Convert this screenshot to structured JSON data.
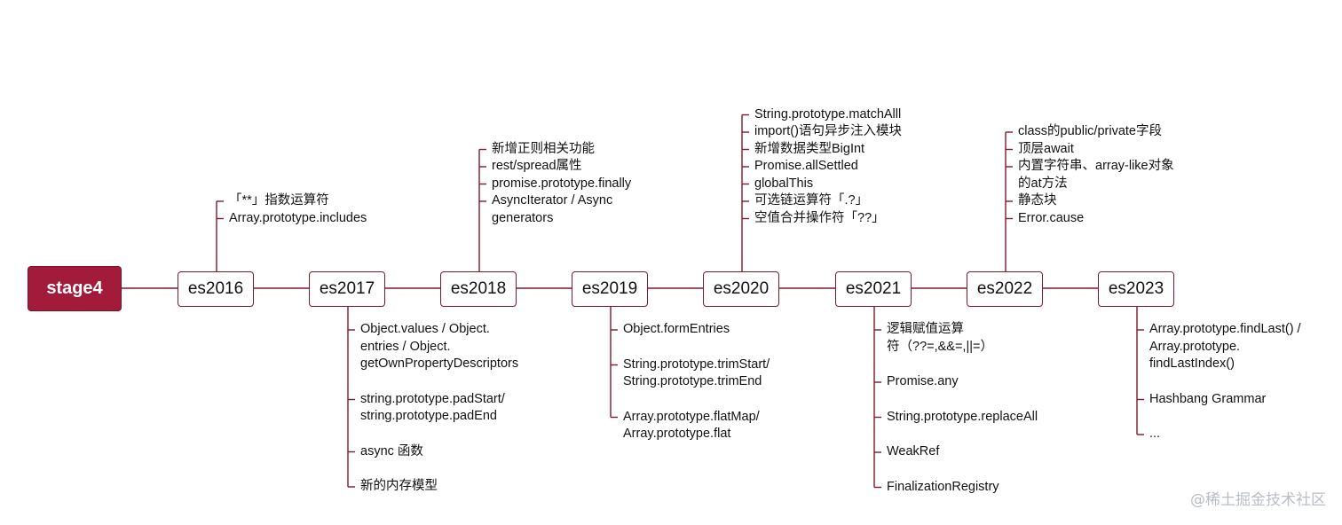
{
  "diagram": {
    "root": "stage4",
    "colors": {
      "root_fill": "#a31b3a",
      "line": "#7c1a2e",
      "text": "#111111"
    },
    "years": [
      {
        "label": "es2016",
        "above": [
          "「**」指数运算符",
          "Array.prototype.includes"
        ],
        "below": []
      },
      {
        "label": "es2017",
        "above": [],
        "below": [
          "Object.values / Object.\nentries / Object.\ngetOwnPropertyDescriptors",
          "string.prototype.padStart/\nstring.prototype.padEnd",
          "async 函数",
          "新的内存模型"
        ]
      },
      {
        "label": "es2018",
        "above": [
          "新增正则相关功能",
          "rest/spread属性",
          "promise.prototype.finally",
          "AsyncIterator / Async\ngenerators"
        ],
        "below": []
      },
      {
        "label": "es2019",
        "above": [],
        "below": [
          "Object.formEntries",
          "String.prototype.trimStart/\nString.prototype.trimEnd",
          "Array.prototype.flatMap/\nArray.prototype.flat"
        ]
      },
      {
        "label": "es2020",
        "above": [
          "String.prototype.matchAlll",
          "import()语句异步注入模块",
          "新增数据类型BigInt",
          "Promise.allSettled",
          "globalThis",
          "可选链运算符「.?」",
          "空值合并操作符「??」"
        ],
        "below": []
      },
      {
        "label": "es2021",
        "above": [],
        "below": [
          "逻辑赋值运算\n符（??=,&&=,||=）",
          "Promise.any",
          "String.prototype.replaceAll",
          "WeakRef",
          "FinalizationRegistry"
        ]
      },
      {
        "label": "es2022",
        "above": [
          "class的public/private字段",
          "顶层await",
          "内置字符串、array-like对象\n的at方法",
          "静态块",
          "Error.cause"
        ],
        "below": []
      },
      {
        "label": "es2023",
        "above": [],
        "below": [
          "Array.prototype.findLast() /\nArray.prototype.\nfindLastIndex()",
          "Hashbang Grammar",
          "..."
        ]
      }
    ]
  },
  "watermark": "@稀土掘金技术社区"
}
